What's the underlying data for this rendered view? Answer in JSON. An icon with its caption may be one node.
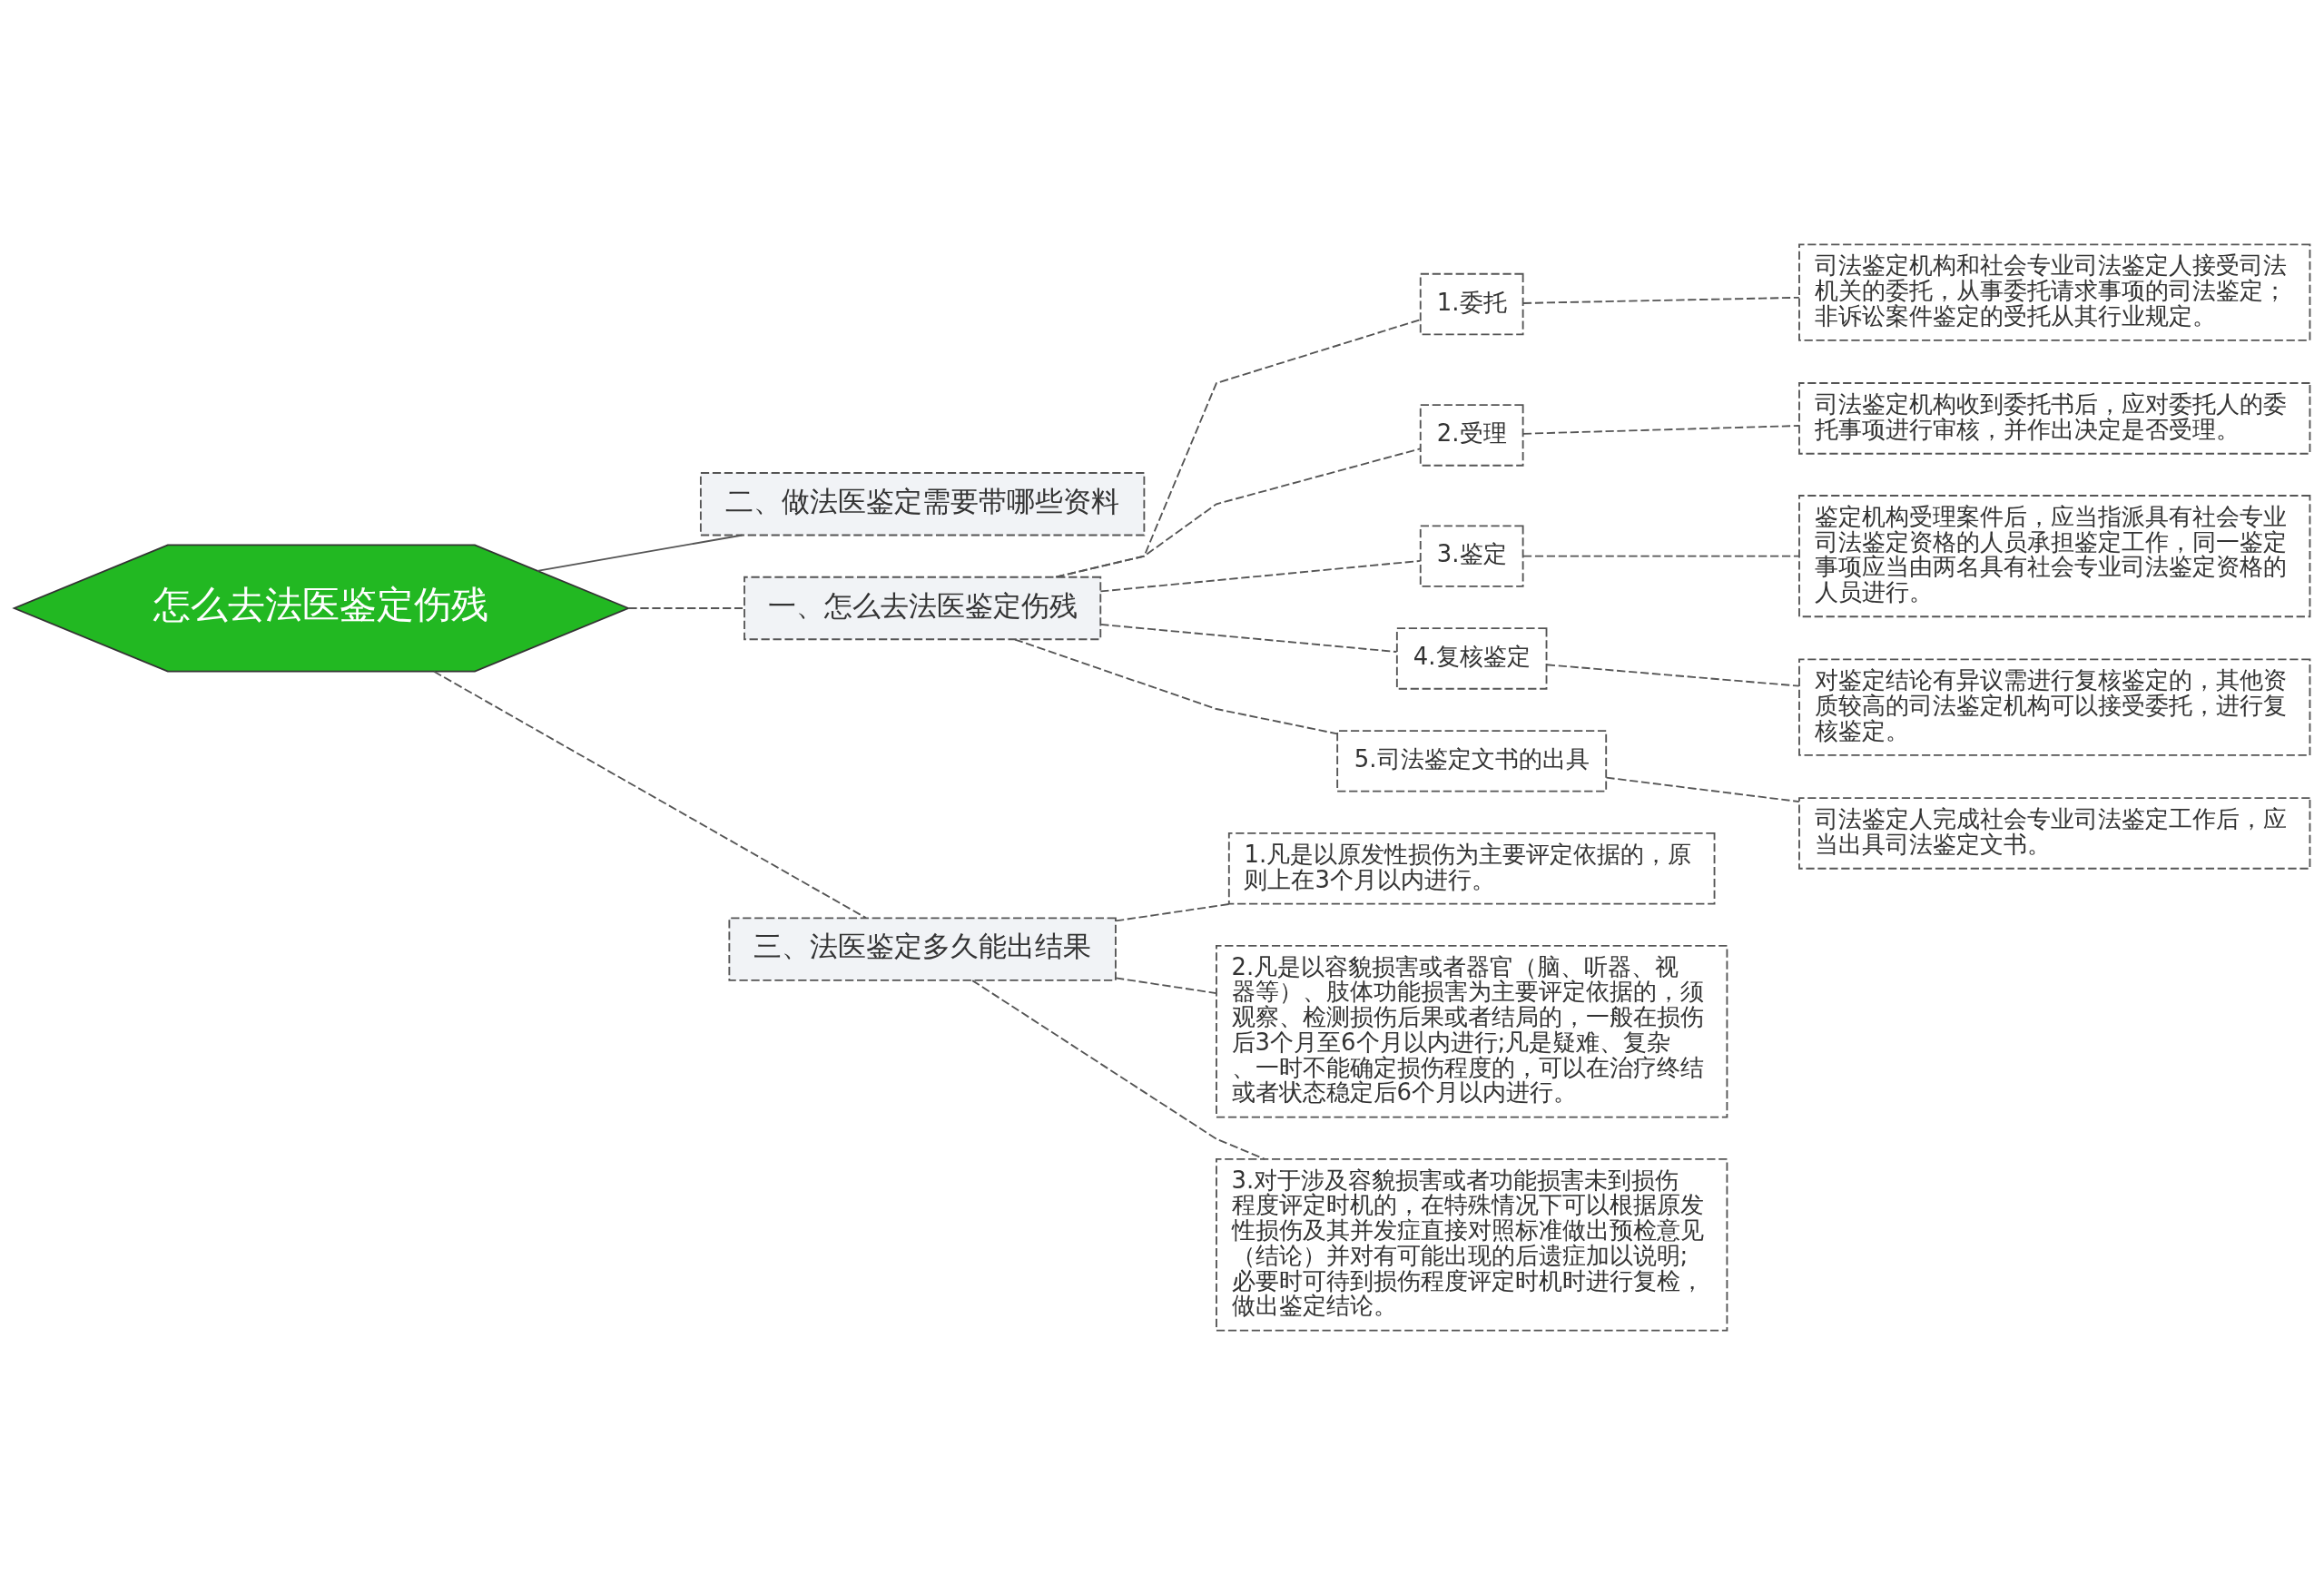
{
  "diagram": {
    "nodes": [
      {
        "text": [
          "怎么去法医鉴定伤残"
        ]
      },
      {
        "text": [
          "二、做法医鉴定需要带哪些资料"
        ]
      },
      {
        "text": [
          "一、怎么去法医鉴定伤残"
        ]
      },
      {
        "text": [
          "1.委托"
        ]
      },
      {
        "text": [
          "司法鉴定机构和社会专业司法鉴定人接受司法机关的委托，从事委托请求事项的司法鉴定；非诉讼案件鉴定的受托从其行业规定。"
        ]
      },
      {
        "text": [
          "2.受理"
        ]
      },
      {
        "text": [
          "司法鉴定机构收到委托书后，应对委托人的委托事项进行审核，并作出决定是否受理。"
        ]
      },
      {
        "text": [
          "3.鉴定"
        ]
      },
      {
        "text": [
          "鉴定机构受理案件后，应当指派具有社会专业司法鉴定资格的人员承担鉴定工作，同一鉴定事项应当由两名具有社会专业司法鉴定资格的人员进行。"
        ]
      },
      {
        "text": [
          "4.复核鉴定"
        ]
      },
      {
        "text": [
          "对鉴定结论有异议需进行复核鉴定的，其他资质较高的司法鉴定机构可以接受委托，进行复核鉴定。"
        ]
      },
      {
        "text": [
          "5.司法鉴定文书的出具"
        ]
      },
      {
        "text": [
          "司法鉴定人完成社会专业司法鉴定工作后，应当出具司法鉴定文书。"
        ]
      },
      {
        "text": [
          "三、法医鉴定多久能出结果"
        ]
      },
      {
        "text": [
          "1.凡是以原发性损伤为主要评定依据的，原则上在3个月以内进行。"
        ]
      },
      {
        "text": [
          "2.凡是以容貌损害或者器官（脑、听器、视器等）、肢体功能损害为主要评定依据的，须观察、检测损伤后果或者结局的，一般在损伤后3个月至6个月以内进行;凡是疑难、复杂、一时不能确定损伤程度的，可以在治疗终结或者状态稳定后6个月以内进行。"
        ]
      },
      {
        "text": [
          "3.对于涉及容貌损害或者功能损害未到损伤程度评定时机的，在特殊情况下可以根据原发性损伤及其并发症直接对照标准做出预检意见（结论）并对有可能出现的后遗症加以说明;必要时可待到损伤程度评定时机时进行复检，做出鉴定结论。"
        ]
      }
    ],
    "edges": [
      {
        "from": 0,
        "to": 1,
        "arrow": "none"
      },
      {
        "from": 0,
        "to": 2,
        "arrow": "none",
        "style": "dashed"
      },
      {
        "from": 0,
        "to": 13,
        "arrow": "none",
        "style": "dashed"
      },
      {
        "from": 2,
        "to": 3,
        "arrow": "none",
        "style": "dashed"
      },
      {
        "from": 2,
        "to": 5,
        "arrow": "none",
        "style": "dashed"
      },
      {
        "from": 2,
        "to": 7,
        "arrow": "none",
        "style": "dashed"
      },
      {
        "from": 2,
        "to": 9,
        "arrow": "none",
        "style": "dashed"
      },
      {
        "from": 2,
        "to": 11,
        "arrow": "none",
        "style": "dashed"
      },
      {
        "from": 3,
        "to": 4,
        "arrow": "none",
        "style": "dashed"
      },
      {
        "from": 5,
        "to": 6,
        "arrow": "none",
        "style": "dashed"
      },
      {
        "from": 7,
        "to": 8,
        "arrow": "none",
        "style": "dashed"
      },
      {
        "from": 9,
        "to": 10,
        "arrow": "none",
        "style": "dashed"
      },
      {
        "from": 11,
        "to": 12,
        "arrow": "none",
        "style": "dashed"
      },
      {
        "from": 13,
        "to": 14,
        "arrow": "none",
        "style": "dashed"
      },
      {
        "from": 13,
        "to": 15,
        "arrow": "none",
        "style": "dashed"
      },
      {
        "from": 13,
        "to": 16,
        "arrow": "none",
        "style": "dashed"
      }
    ]
  }
}
